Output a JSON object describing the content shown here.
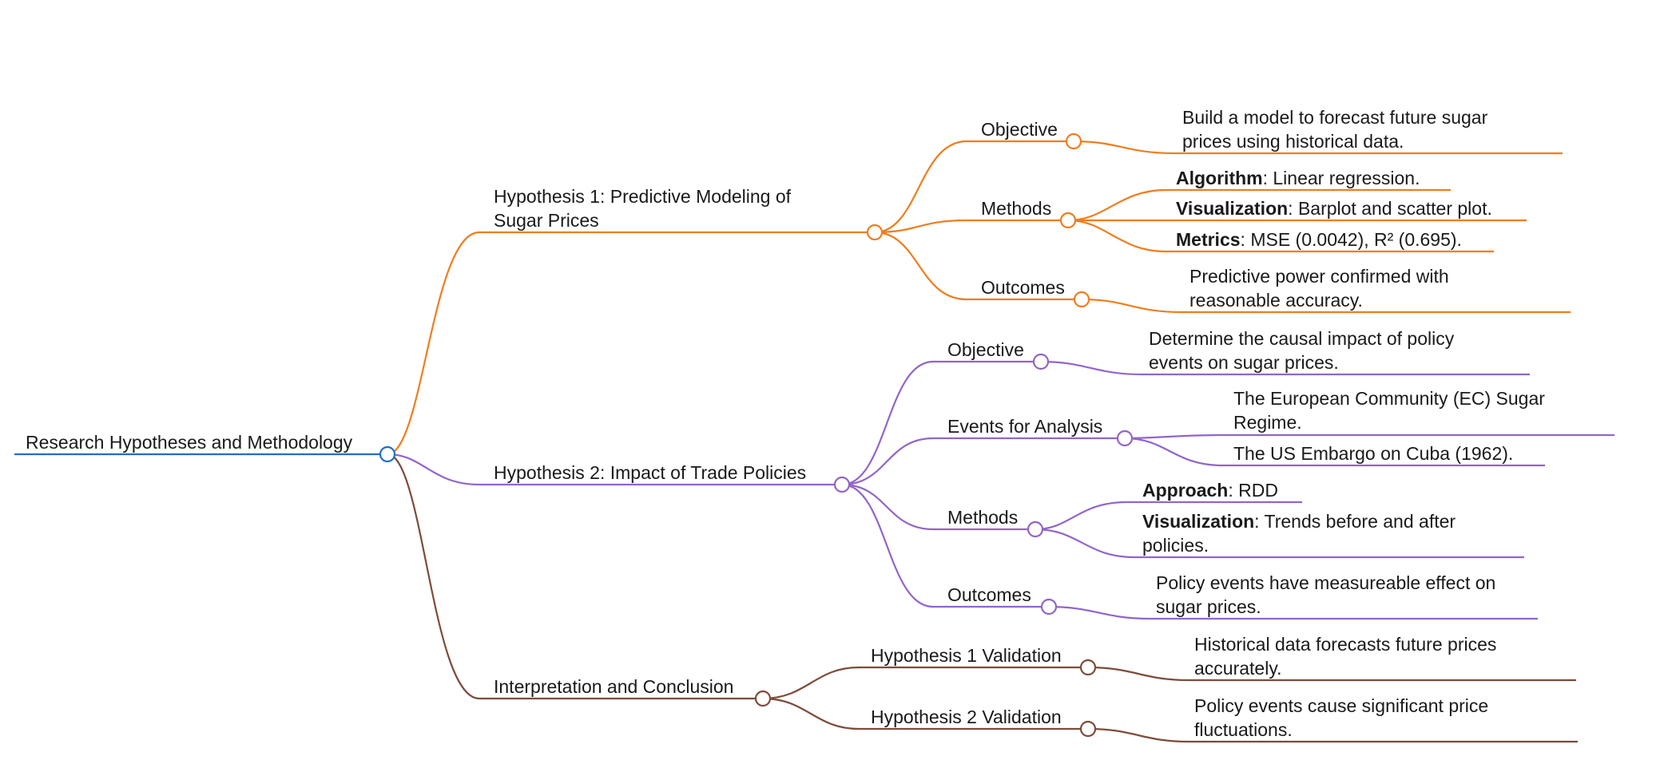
{
  "colors": {
    "root": "#1f6fc5",
    "hypothesis_1": "#f07d1e",
    "hypothesis_2": "#9265c8",
    "interpretation": "#7d4b3a"
  },
  "root": {
    "label": "Research Hypotheses and Methodology"
  },
  "hypothesis_1": {
    "line1": "Hypothesis 1: Predictive Modeling of",
    "line2": "Sugar Prices",
    "objective": {
      "label": "Objective",
      "text_line1": "Build a model to forecast future sugar",
      "text_line2": "prices using historical data."
    },
    "methods": {
      "label": "Methods",
      "items": [
        {
          "key": "Algorithm",
          "value": ": Linear regression."
        },
        {
          "key": "Visualization",
          "value": ": Barplot and scatter plot."
        },
        {
          "key": "Metrics",
          "value": ": MSE (0.0042), R² (0.695)."
        }
      ]
    },
    "outcomes": {
      "label": "Outcomes",
      "text_line1": "Predictive power confirmed with",
      "text_line2": "reasonable accuracy."
    }
  },
  "hypothesis_2": {
    "label": "Hypothesis 2: Impact of Trade Policies",
    "objective": {
      "label": "Objective",
      "text_line1": "Determine the causal impact of policy",
      "text_line2": "events on sugar prices."
    },
    "events": {
      "label": "Events for Analysis",
      "item1_line1": "The European Community (EC) Sugar",
      "item1_line2": "Regime.",
      "item2": "The US Embargo on Cuba (1962)."
    },
    "methods": {
      "label": "Methods",
      "approach_key": "Approach",
      "approach_value": ": RDD",
      "visualization_key": "Visualization",
      "visualization_value": ": Trends before and after",
      "visualization_line2": "policies."
    },
    "outcomes": {
      "label": "Outcomes",
      "text_line1": "Policy events have measureable effect on",
      "text_line2": "sugar prices."
    }
  },
  "interpretation": {
    "label": "Interpretation and Conclusion",
    "validation_1": {
      "label": "Hypothesis 1 Validation",
      "text_line1": "Historical data forecasts future prices",
      "text_line2": "accurately."
    },
    "validation_2": {
      "label": "Hypothesis 2 Validation",
      "text_line1": "Policy events cause significant price",
      "text_line2": "fluctuations."
    }
  }
}
